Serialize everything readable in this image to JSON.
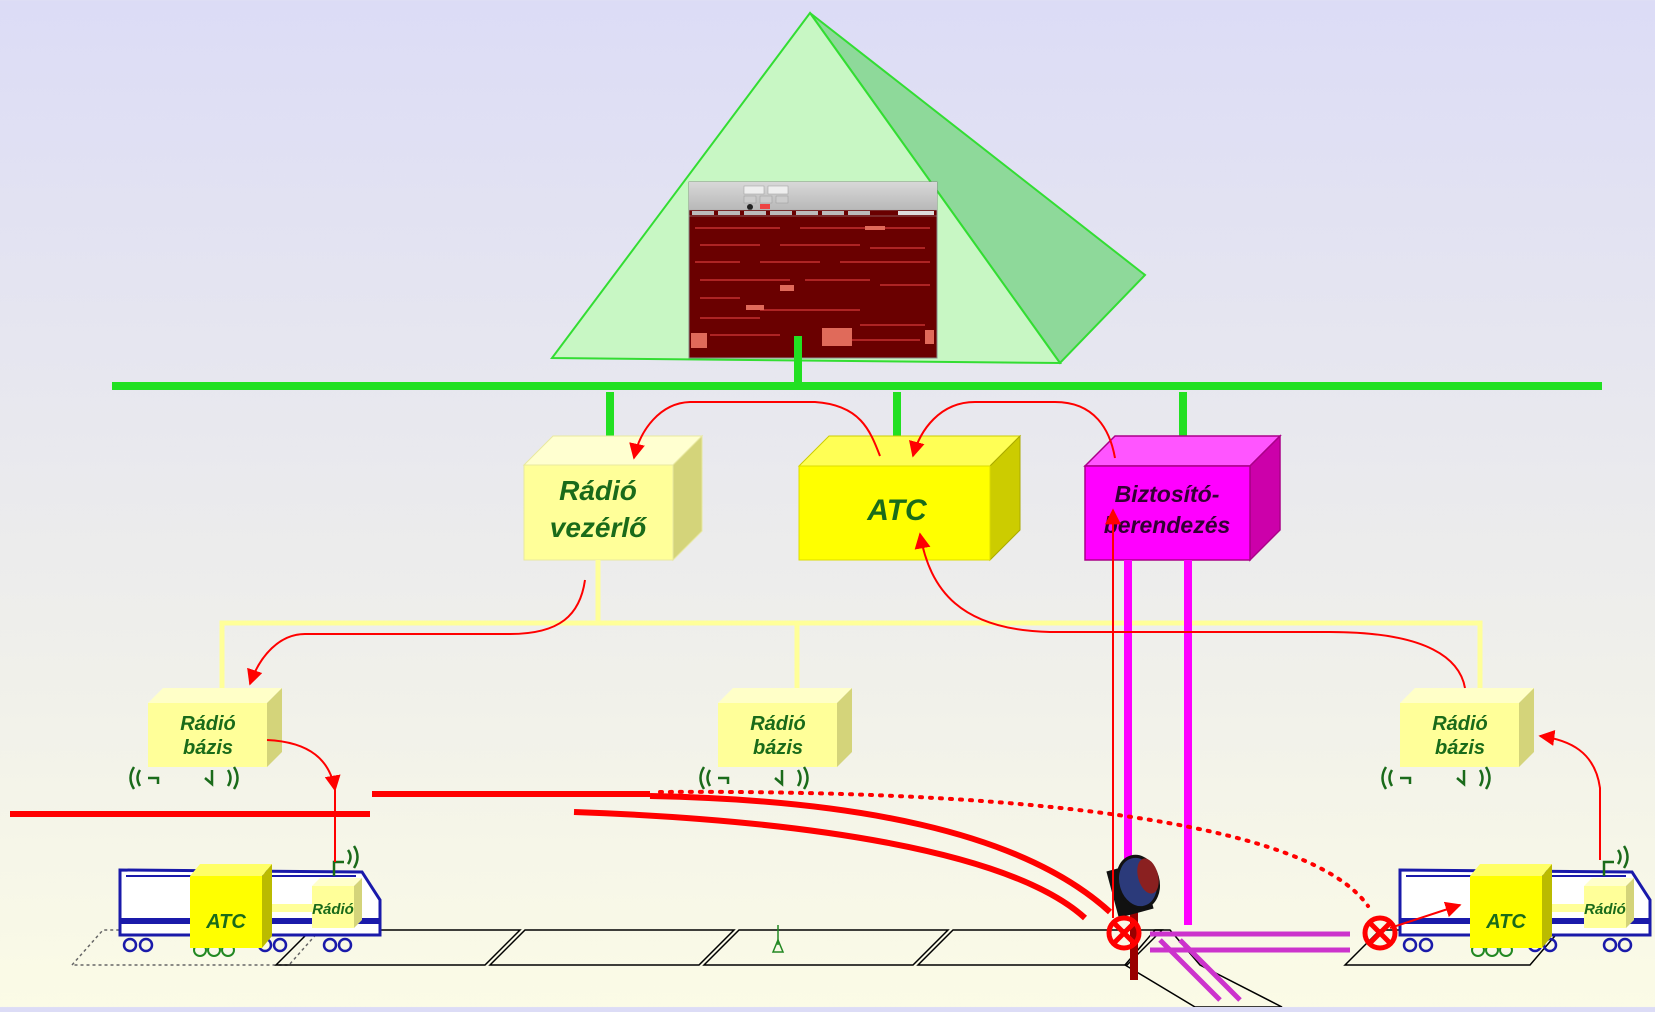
{
  "boxes": {
    "radio_controller": {
      "line1": "Rádió",
      "line2": "vezérlő"
    },
    "atc_central": {
      "label": "ATC"
    },
    "interlocking": {
      "line1": "Biztosító-",
      "line2": "berendezés"
    }
  },
  "base_stations": [
    {
      "line1": "Rádió",
      "line2": "bázis"
    },
    {
      "line1": "Rádió",
      "line2": "bázis"
    },
    {
      "line1": "Rádió",
      "line2": "bázis"
    }
  ],
  "trains": [
    {
      "atc_label": "ATC",
      "radio_label": "Rádió"
    },
    {
      "atc_label": "ATC",
      "radio_label": "Rádió"
    }
  ],
  "colors": {
    "network_bus": "#22e022",
    "pyramid_front": "#c8f7c4",
    "pyramid_side": "#8ed99a",
    "radio_box": "#ffff99",
    "atc_box": "#ffff00",
    "interlocking_box": "#ff00ff",
    "signal_flow": "#ff0000",
    "track_red": "#ff0000",
    "label_green": "#1a6b1a"
  }
}
